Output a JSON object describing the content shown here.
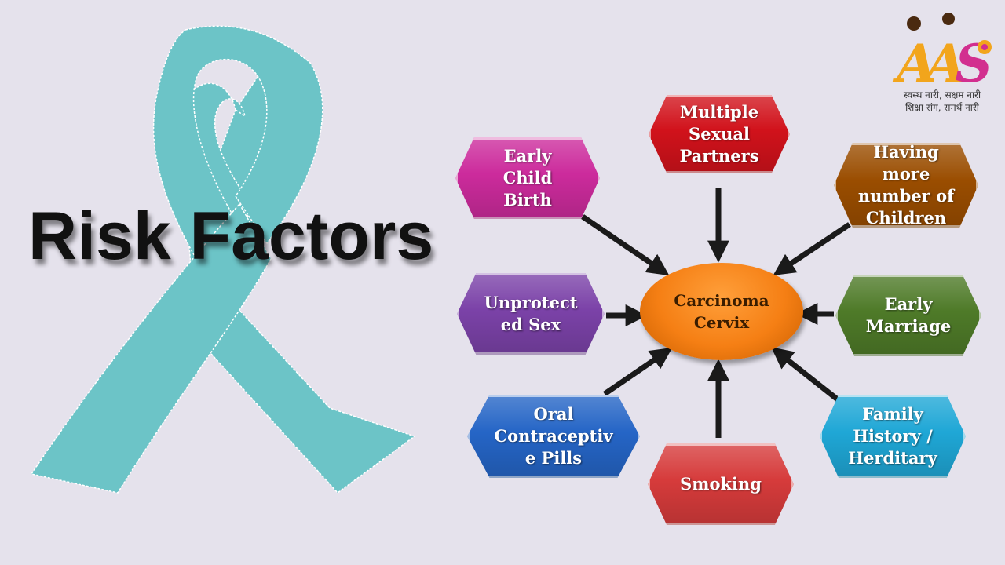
{
  "title": "Risk Factors",
  "center": {
    "label": "Carcinoma\nCervix",
    "color": "#f57f14"
  },
  "factors": [
    {
      "id": "multiple-sexual-partners",
      "label": "Multiple\nSexual\nPartners",
      "color": "#d1121b"
    },
    {
      "id": "having-more-children",
      "label": "Having\nmore\nnumber of\nChildren",
      "color": "#9a4d00"
    },
    {
      "id": "early-marriage",
      "label": "Early\nMarriage",
      "color": "#4e7a28"
    },
    {
      "id": "family-history",
      "label": "Family\nHistory /\nHerditary",
      "color": "#1fa7d6"
    },
    {
      "id": "smoking",
      "label": "Smoking",
      "color": "#d63b3b"
    },
    {
      "id": "oral-contraceptive-pills",
      "label": "Oral\nContraceptiv\ne Pills",
      "color": "#2565c6"
    },
    {
      "id": "unprotected-sex",
      "label": "Unprotect\ned Sex",
      "color": "#7b42a8"
    },
    {
      "id": "early-child-birth",
      "label": "Early\nChild\nBirth",
      "color": "#cc2b9c"
    }
  ],
  "ribbon_color": "#6cc4c7",
  "logo": {
    "mark_text": "AAS",
    "line1": "स्वस्थ नारी, सक्षम नारी",
    "line2": "शिक्षा संग, समर्थ नारी",
    "colors": [
      "#f2a51c",
      "#d22f8f"
    ]
  }
}
